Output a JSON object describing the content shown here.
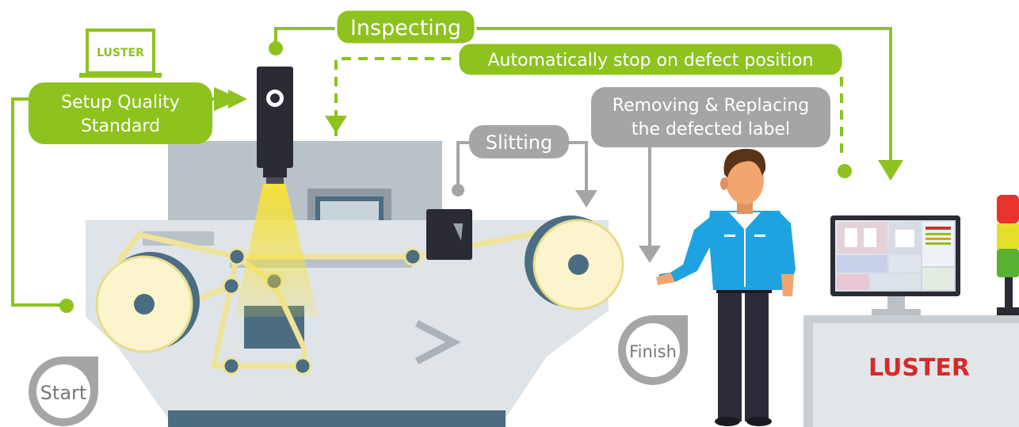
{
  "labels": {
    "inspecting": "Inspecting",
    "auto_stop": "Automatically stop on defect position",
    "setup_line1": "Setup Quality",
    "setup_line2": "Standard",
    "removing_line1": "Removing & Replacing",
    "removing_line2": "the defected label",
    "slitting": "Slitting",
    "start": "Start",
    "finish": "Finish",
    "brand_laptop": "LUSTER",
    "brand_desk": "LUSTER"
  },
  "colors": {
    "green": "#8dc21f",
    "grey_label": "#a5a5a5",
    "machine_light": "#d9dee2",
    "machine_mid": "#b3bcc3",
    "machine_dark": "#4b6d82",
    "roll_fill": "#fbf4cd",
    "roll_ring": "#e8dc8c",
    "beam": "#f7e23a",
    "camera": "#2b2b36",
    "shirt": "#1fa3e0",
    "skin": "#f2a66f",
    "brand_red": "#d62a2a"
  },
  "icons": [
    "laptop-icon",
    "camera-icon",
    "slitting-knife-icon",
    "operator-figure",
    "monitor-icon",
    "signal-tower-icon",
    "arrow-icon"
  ]
}
